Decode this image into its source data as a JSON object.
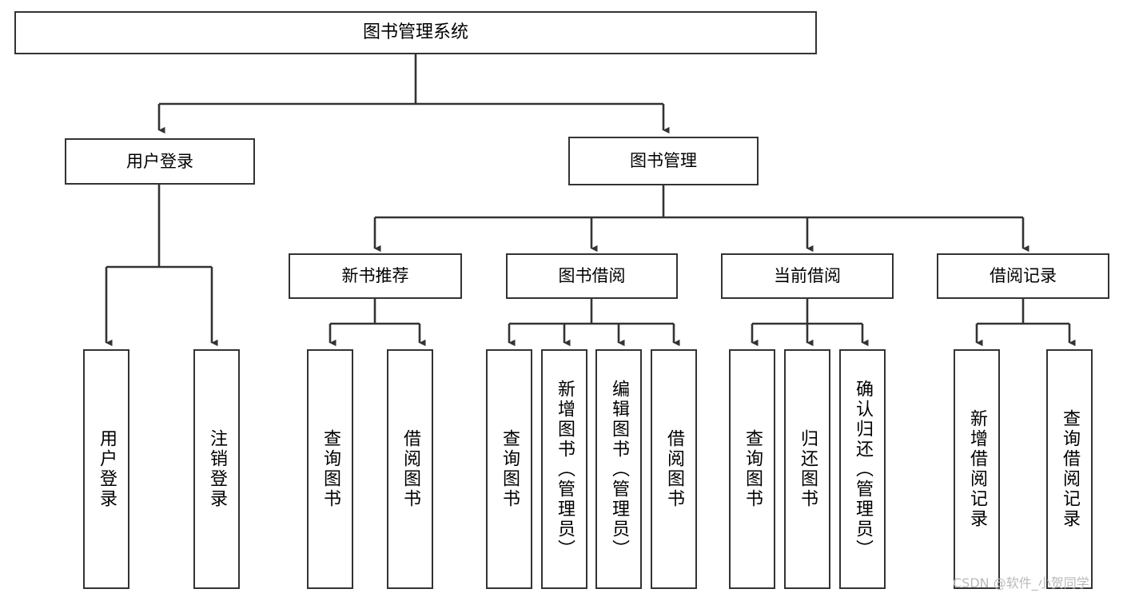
{
  "diagram": {
    "title": "图书管理系统",
    "type": "hierarchy-tree",
    "background_color": "#ffffff",
    "line_color": "#333333",
    "box_border_color": "#333333",
    "box_fill_color": "#ffffff",
    "text_color": "#000000",
    "root": {
      "label": "图书管理系统"
    },
    "level2": [
      {
        "label": "用户登录"
      },
      {
        "label": "图书管理"
      }
    ],
    "level3": [
      {
        "label": "新书推荐"
      },
      {
        "label": "图书借阅"
      },
      {
        "label": "当前借阅"
      },
      {
        "label": "借阅记录"
      }
    ],
    "leaves": {
      "user_login": [
        {
          "label": "用户登录"
        },
        {
          "label": "注销登录"
        }
      ],
      "new_book_recommend": [
        {
          "label": "查询图书"
        },
        {
          "label": "借阅图书"
        }
      ],
      "book_borrow": [
        {
          "label": "查询图书"
        },
        {
          "label": "新增图书（管理员）"
        },
        {
          "label": "编辑图书（管理员）"
        },
        {
          "label": "借阅图书"
        }
      ],
      "current_borrow": [
        {
          "label": "查询图书"
        },
        {
          "label": "归还图书"
        },
        {
          "label": "确认归还（管理员）"
        }
      ],
      "borrow_record": [
        {
          "label": "新增借阅记录"
        },
        {
          "label": "查询借阅记录"
        }
      ]
    }
  },
  "watermark": {
    "text": "CSDN @软件_小贺同学"
  }
}
